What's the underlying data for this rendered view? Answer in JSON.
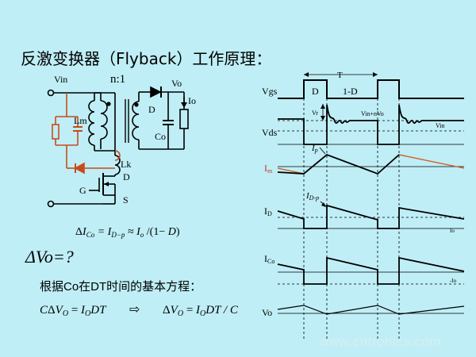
{
  "title": {
    "text": "反激变换器（Flyback）工作原理："
  },
  "circuit": {
    "vin": "Vin",
    "ratio": "n:1",
    "lm": "Lm",
    "lk": "Lk",
    "vo": "Vo",
    "io": "Io",
    "d_out": "D",
    "co": "Co",
    "g": "G",
    "d": "D",
    "s": "S"
  },
  "formulas": {
    "ripple": "ΔI_Co = I_D−p ≈ I_o /(1− D)",
    "question": "ΔVo=?",
    "basis": "根据Co在DT时间的基本方程：",
    "eq_left": "CΔV_O = I_O DT",
    "arrow": "⇨",
    "eq_right": "ΔV_O = I_O DT / C"
  },
  "waveforms": {
    "vgs": "Vgs",
    "vds": "Vds",
    "im": "I",
    "im_sub": "m",
    "id": "I",
    "id_sub": "D",
    "ico": "I",
    "ico_sub": "Co",
    "vo": "Vo",
    "T": "T",
    "D": "D",
    "one_minus_d": "1-D",
    "vr": "Vr",
    "vin_nvo": "Vin+nVo",
    "vin": "Vin",
    "ip": "I",
    "ip_sub": "p",
    "idp": "I",
    "idp_sub": "D-p",
    "io": "Io",
    "neg_io": "-Io"
  },
  "watermark": "www.cntronics.com",
  "colors": {
    "circuit_line": "#000000",
    "snubber": "#c84b1a",
    "im_wave": "#d05a20",
    "background": "#bfeef6"
  }
}
